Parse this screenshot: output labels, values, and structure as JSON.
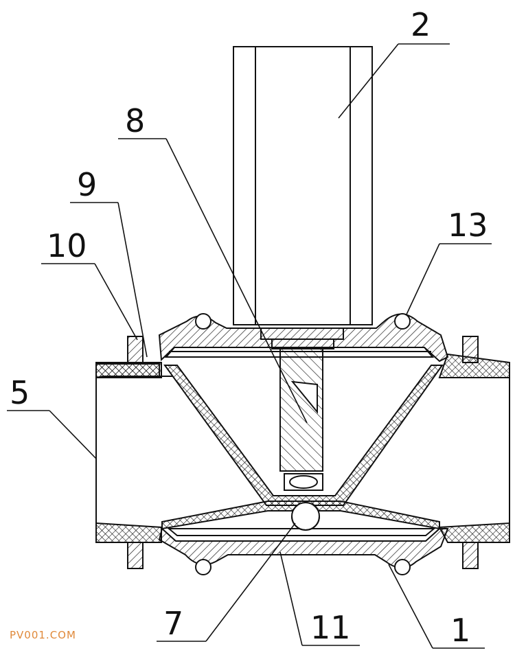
{
  "labels": {
    "l1": "1",
    "l2": "2",
    "l5": "5",
    "l7": "7",
    "l8": "8",
    "l9": "9",
    "l10": "10",
    "l11": "11",
    "l13": "13"
  },
  "watermark": "PV001.COM",
  "colors": {
    "line": "#111111",
    "watermark": "#e0893a"
  }
}
